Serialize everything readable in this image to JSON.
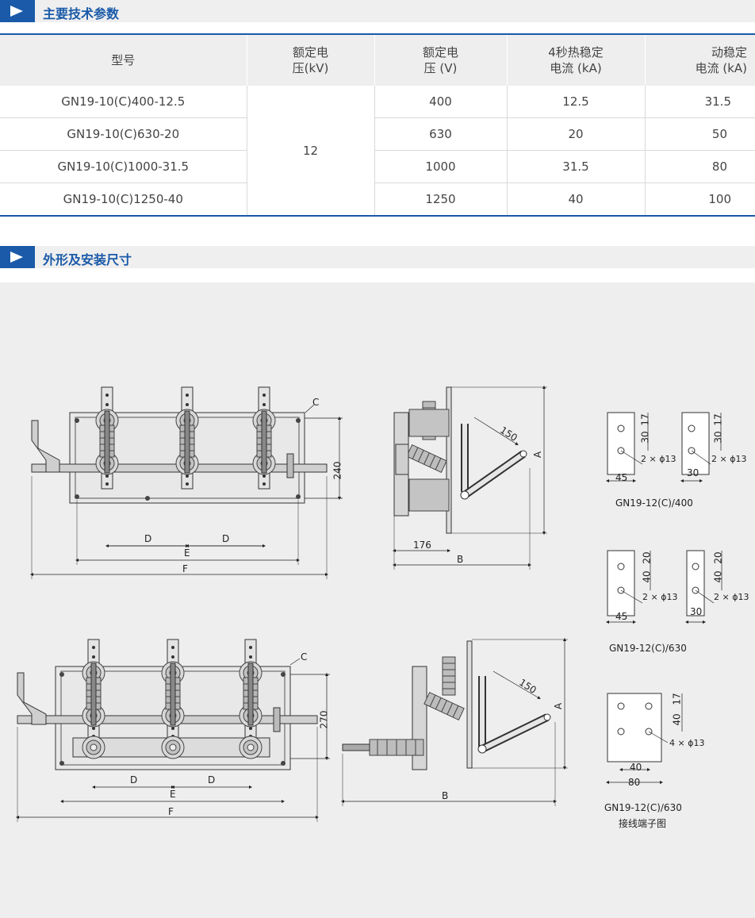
{
  "sections": {
    "spec_title": "主要技术参数",
    "drawing_title": "外形及安装尺寸"
  },
  "table": {
    "headers": [
      [
        "型号"
      ],
      [
        "额定电",
        "压(kV)"
      ],
      [
        "额定电",
        "压 (V)"
      ],
      [
        "4秒热稳定",
        "电流 (kA)"
      ],
      [
        "动稳定",
        "电流 (kA)"
      ]
    ],
    "rated_voltage_kv": "12",
    "rows": [
      {
        "model": "GN19-10(C)400-12.5",
        "voltage_v": "400",
        "thermal_ka": "12.5",
        "dynamic_ka": "31.5"
      },
      {
        "model": "GN19-10(C)630-20",
        "voltage_v": "630",
        "thermal_ka": "20",
        "dynamic_ka": "50"
      },
      {
        "model": "GN19-10(C)1000-31.5",
        "voltage_v": "1000",
        "thermal_ka": "31.5",
        "dynamic_ka": "80"
      },
      {
        "model": "GN19-10(C)1250-40",
        "voltage_v": "1250",
        "thermal_ka": "40",
        "dynamic_ka": "100"
      }
    ]
  },
  "drawing": {
    "dim_c": "C",
    "dim_d": "D",
    "dim_e": "E",
    "dim_f": "F",
    "dim_a": "A",
    "dim_b": "B",
    "dim_150": "150",
    "dim_176": "176",
    "dim_240": "240",
    "dim_270": "270",
    "terminal_400": {
      "h1": "17",
      "h2": "30",
      "hole": "2 × ϕ13",
      "w_left": "45",
      "w_right": "30",
      "caption": "GN19-12(C)/400"
    },
    "terminal_630": {
      "h1": "20",
      "h2": "40",
      "hole": "2 × ϕ13",
      "w_left": "45",
      "w_right": "30",
      "caption": "GN19-12(C)/630"
    },
    "terminal_630b": {
      "h1": "17",
      "h2": "40",
      "hole": "4 × ϕ13",
      "w_inner": "40",
      "w_outer": "80",
      "caption": "GN19-12(C)/630",
      "subcaption": "接线端子图"
    }
  },
  "colors": {
    "accent": "#1a5aa8",
    "header_bg": "#eeeeee",
    "drawing_bg": "#eeeeee"
  }
}
